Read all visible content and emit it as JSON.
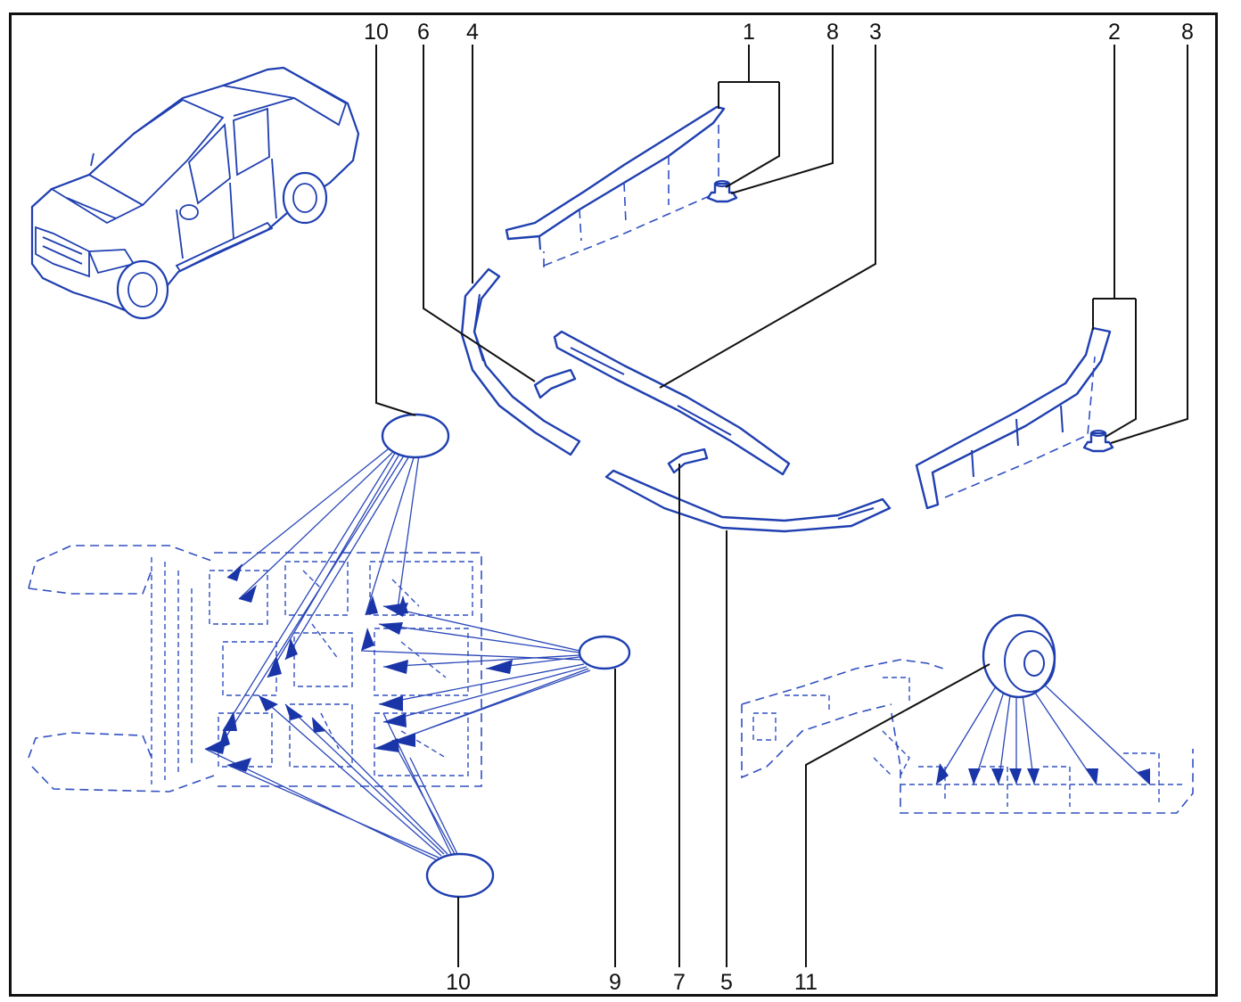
{
  "callouts": {
    "c10_top": "10",
    "c6": "6",
    "c4": "4",
    "c1": "1",
    "c8_top": "8",
    "c3": "3",
    "c2": "2",
    "c8_right": "8",
    "c10_bottom": "10",
    "c9": "9",
    "c7": "7",
    "c5": "5",
    "c11": "11"
  },
  "colors": {
    "line_art": "#1f3fb0",
    "frame": "#111111",
    "background": "#ffffff"
  },
  "icons": {
    "vehicle": "pickup-truck-illustration",
    "fastener": "push-clip-icon"
  }
}
